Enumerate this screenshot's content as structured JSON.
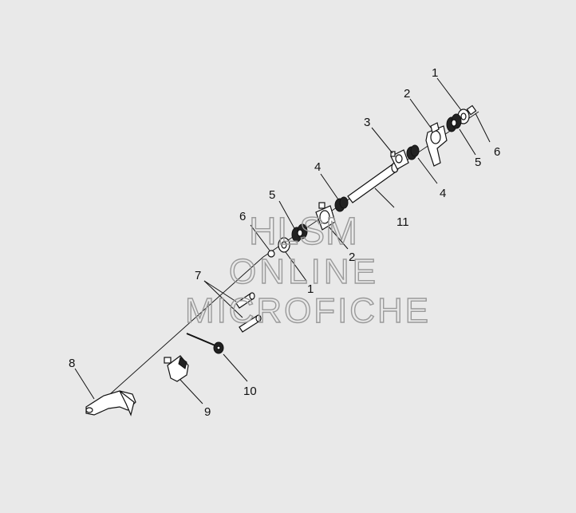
{
  "callouts": [
    {
      "id": "c1a",
      "text": "1"
    },
    {
      "id": "c2a",
      "text": "2"
    },
    {
      "id": "c3",
      "text": "3"
    },
    {
      "id": "c4a",
      "text": "4"
    },
    {
      "id": "c4b",
      "text": "4"
    },
    {
      "id": "c5a",
      "text": "5"
    },
    {
      "id": "c5b",
      "text": "5"
    },
    {
      "id": "c6a",
      "text": "6"
    },
    {
      "id": "c6b",
      "text": "6"
    },
    {
      "id": "c11",
      "text": "11"
    },
    {
      "id": "c2b",
      "text": "2"
    },
    {
      "id": "c1b",
      "text": "1"
    },
    {
      "id": "c7",
      "text": "7"
    },
    {
      "id": "c8",
      "text": "8"
    },
    {
      "id": "c9",
      "text": "9"
    },
    {
      "id": "c10",
      "text": "10"
    }
  ],
  "watermark": {
    "line1": "HLSM",
    "line2": "ONLINE",
    "line3": "MICROFICHE"
  }
}
